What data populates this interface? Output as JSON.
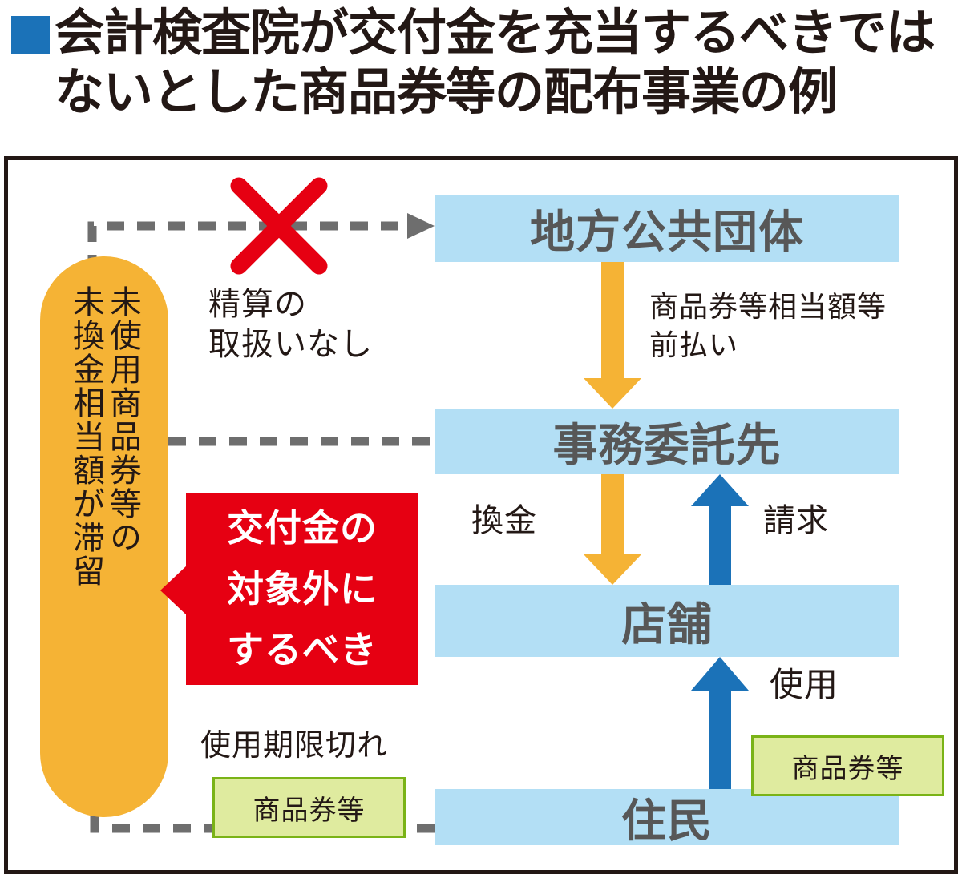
{
  "headline": {
    "marker_color": "#1b72b8",
    "text": "会計検査院が交付金を充当するべきでは\nないとした商品券等の配布事業の例"
  },
  "colors": {
    "blue_box": "#b3dff5",
    "orange": "#f5b335",
    "red": "#e60012",
    "blue_arrow": "#1b72b8",
    "green_fill": "#dfeb9f",
    "green_border": "#7ab317",
    "gray_dash": "#6e6e6e",
    "text_gray": "#575757",
    "frame": "#231815"
  },
  "diagram": {
    "boxes": [
      {
        "id": "lga",
        "label": "地方公共団体"
      },
      {
        "id": "agent",
        "label": "事務委託先"
      },
      {
        "id": "store",
        "label": "店舗"
      },
      {
        "id": "resident",
        "label": "住民"
      }
    ],
    "orange_callout": {
      "line_right": "未使用商品券等の",
      "line_left": "未換金相当額が滞留"
    },
    "red_callout": {
      "text": "交付金の\n対象外に\nするべき"
    },
    "coupons": [
      {
        "id": "expired",
        "label": "商品券等"
      },
      {
        "id": "used",
        "label": "商品券等"
      }
    ],
    "labels": {
      "no_settlement": "精算の\n取扱いなし",
      "prepay": "商品券等相当額等\n前払い",
      "cash_exchange": "換金",
      "claim": "請求",
      "use": "使用",
      "expired": "使用期限切れ"
    }
  }
}
